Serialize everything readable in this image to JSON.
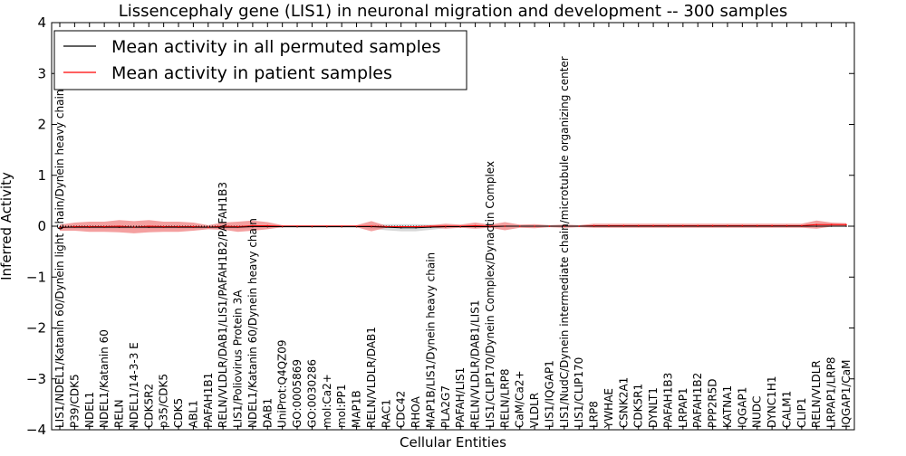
{
  "chart_data": {
    "type": "line",
    "title": "Lissencephaly gene (LIS1) in neuronal migration and development -- 300 samples",
    "xlabel": "Cellular Entities",
    "ylabel": "Inferred Activity",
    "ylim": [
      -4,
      4
    ],
    "yticks": [
      -4,
      -3,
      -2,
      -1,
      0,
      1,
      2,
      3,
      4
    ],
    "ytick_labels": [
      "−4",
      "−3",
      "−2",
      "−1",
      "0",
      "1",
      "2",
      "3",
      "4"
    ],
    "grid": false,
    "legend_position": "top-left",
    "colors": {
      "permuted": "#000000",
      "patient": "#ff0000",
      "patient_band": "#f08080",
      "permuted_band": "#c8c8c8"
    },
    "categories": [
      "LIS1/NDEL1/Katanin 60/Dynein light chain/Dynein heavy chain",
      "P39/CDK5",
      "NDEL1",
      "NDEL1/Katanin 60",
      "RELN",
      "NDEL1/14-3-3 E",
      "CDK5R2",
      "p35/CDK5",
      "CDK5",
      "ABL1",
      "PAFAH1B1",
      "RELN/VLDLR/DAB1/LIS1/PAFAH1B2/PAFAH1B3",
      "LIS1/Poliovirus Protein 3A",
      "NDEL1/Katanin 60/Dynein heavy chain",
      "DAB1",
      "UniProt:Q4QZ09",
      "GO:0005869",
      "GO:0030286",
      "mol:Ca2+",
      "mol:PP1",
      "MAP1B",
      "RELN/VLDLR/DAB1",
      "RAC1",
      "CDC42",
      "RHOA",
      "MAP1B/LIS1/Dynein heavy chain",
      "PLA2G7",
      "PAFAH/LIS1",
      "RELN/VLDLR/DAB1/LIS1",
      "LIS1/CLIP170/Dynein Complex/Dynactin Complex",
      "RELN/LRP8",
      "CaM/Ca2+",
      "VLDLR",
      "LIS1/IQGAP1",
      "LIS1/NudC/Dynein intermediate chain/microtubule organizing center",
      "LIS1/CLIP170",
      "LRP8",
      "YWHAE",
      "CSNK2A1",
      "CDK5R1",
      "DYNLT1",
      "PAFAH1B3",
      "LRPAP1",
      "PAFAH1B2",
      "PPP2R5D",
      "KATNA1",
      "IQGAP1",
      "NUDC",
      "DYNC1H1",
      "CALM1",
      "CLIP1",
      "RELN/VLDLR",
      "LRPAP1/LRP8",
      "IQGAP1/CaM"
    ],
    "series": [
      {
        "name": "Mean activity in all permuted samples",
        "values": [
          -0.02,
          -0.02,
          -0.02,
          -0.02,
          -0.02,
          -0.02,
          -0.02,
          -0.02,
          -0.02,
          -0.02,
          -0.02,
          -0.02,
          -0.02,
          -0.01,
          -0.01,
          -0.01,
          -0.01,
          -0.01,
          -0.01,
          -0.01,
          -0.01,
          -0.01,
          -0.02,
          -0.03,
          -0.03,
          -0.02,
          -0.01,
          -0.01,
          -0.01,
          -0.01,
          0.0,
          0.0,
          0.0,
          0.0,
          0.0,
          0.0,
          0.0,
          0.0,
          0.0,
          0.0,
          0.0,
          0.0,
          0.0,
          0.0,
          0.0,
          0.0,
          0.0,
          0.0,
          0.0,
          0.0,
          0.0,
          0.0,
          0.0,
          0.0
        ],
        "band": [
          0.03,
          0.03,
          0.03,
          0.03,
          0.03,
          0.03,
          0.03,
          0.03,
          0.03,
          0.03,
          0.03,
          0.03,
          0.03,
          0.03,
          0.02,
          0.02,
          0.02,
          0.02,
          0.02,
          0.02,
          0.02,
          0.04,
          0.06,
          0.07,
          0.07,
          0.05,
          0.03,
          0.02,
          0.02,
          0.02,
          0.02,
          0.01,
          0.01,
          0.01,
          0.01,
          0.01,
          0.01,
          0.01,
          0.01,
          0.01,
          0.01,
          0.01,
          0.01,
          0.01,
          0.01,
          0.01,
          0.01,
          0.01,
          0.01,
          0.01,
          0.01,
          0.01,
          0.01,
          0.01
        ]
      },
      {
        "name": "Mean activity in patient samples",
        "values": [
          -0.03,
          -0.01,
          -0.01,
          -0.01,
          0.0,
          -0.02,
          0.0,
          -0.01,
          -0.01,
          -0.01,
          -0.02,
          0.0,
          -0.01,
          0.01,
          0.01,
          0.0,
          0.0,
          0.0,
          0.0,
          0.0,
          0.0,
          0.0,
          -0.01,
          -0.01,
          -0.01,
          0.0,
          0.0,
          0.0,
          0.01,
          0.0,
          0.0,
          0.0,
          0.0,
          0.0,
          0.0,
          0.0,
          0.01,
          0.01,
          0.01,
          0.01,
          0.01,
          0.01,
          0.01,
          0.01,
          0.01,
          0.01,
          0.01,
          0.01,
          0.01,
          0.01,
          0.01,
          0.03,
          0.03,
          0.03
        ],
        "band": [
          0.06,
          0.08,
          0.1,
          0.1,
          0.12,
          0.12,
          0.12,
          0.1,
          0.1,
          0.08,
          0.04,
          0.07,
          0.1,
          0.1,
          0.07,
          0.02,
          0.02,
          0.02,
          0.02,
          0.02,
          0.02,
          0.1,
          0.02,
          0.01,
          0.01,
          0.02,
          0.05,
          0.03,
          0.06,
          0.03,
          0.08,
          0.03,
          0.04,
          0.02,
          0.03,
          0.02,
          0.04,
          0.04,
          0.04,
          0.04,
          0.04,
          0.04,
          0.04,
          0.04,
          0.04,
          0.04,
          0.04,
          0.04,
          0.04,
          0.04,
          0.04,
          0.08,
          0.04,
          0.03
        ]
      }
    ]
  }
}
